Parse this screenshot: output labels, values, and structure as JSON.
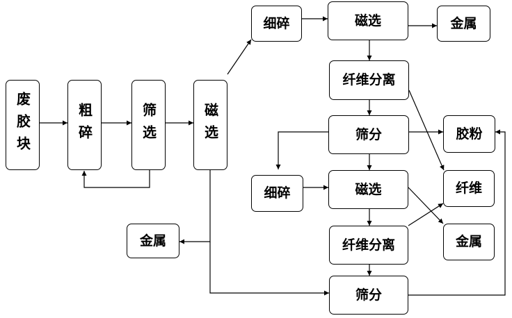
{
  "diagram": {
    "nodes": {
      "n_block": "废胶块",
      "n_coarse": "粗碎",
      "n_screen1": "筛选",
      "n_mag1": "磁选",
      "n_fine1": "细碎",
      "n_mag2": "磁选",
      "n_metal1": "金属",
      "n_fibsep1": "纤维分离",
      "n_sieve1": "筛分",
      "n_powder": "胶粉",
      "n_fine2": "细碎",
      "n_mag3": "磁选",
      "n_fiber": "纤维",
      "n_metal_left": "金属",
      "n_fibsep2": "纤维分离",
      "n_metal2": "金属",
      "n_sieve2": "筛分"
    },
    "edges": [
      {
        "from": "n_block",
        "to": "n_coarse"
      },
      {
        "from": "n_coarse",
        "to": "n_screen1"
      },
      {
        "from": "n_screen1",
        "to": "n_mag1"
      },
      {
        "from": "n_screen1",
        "to": "n_coarse",
        "note": "return loop"
      },
      {
        "from": "n_mag1",
        "to": "n_fine1"
      },
      {
        "from": "n_mag1",
        "to": "n_metal_left"
      },
      {
        "from": "n_mag1",
        "to": "n_sieve2"
      },
      {
        "from": "n_fine1",
        "to": "n_mag2"
      },
      {
        "from": "n_mag2",
        "to": "n_metal1"
      },
      {
        "from": "n_mag2",
        "to": "n_fibsep1"
      },
      {
        "from": "n_fibsep1",
        "to": "n_sieve1"
      },
      {
        "from": "n_fibsep1",
        "to": "n_fiber"
      },
      {
        "from": "n_sieve1",
        "to": "n_powder"
      },
      {
        "from": "n_sieve1",
        "to": "n_fine2"
      },
      {
        "from": "n_sieve1",
        "to": "n_mag3"
      },
      {
        "from": "n_fine2",
        "to": "n_mag3"
      },
      {
        "from": "n_mag3",
        "to": "n_metal2"
      },
      {
        "from": "n_mag3",
        "to": "n_fibsep2"
      },
      {
        "from": "n_fibsep2",
        "to": "n_fiber"
      },
      {
        "from": "n_fibsep2",
        "to": "n_sieve2"
      },
      {
        "from": "n_sieve2",
        "to": "n_powder"
      }
    ]
  }
}
